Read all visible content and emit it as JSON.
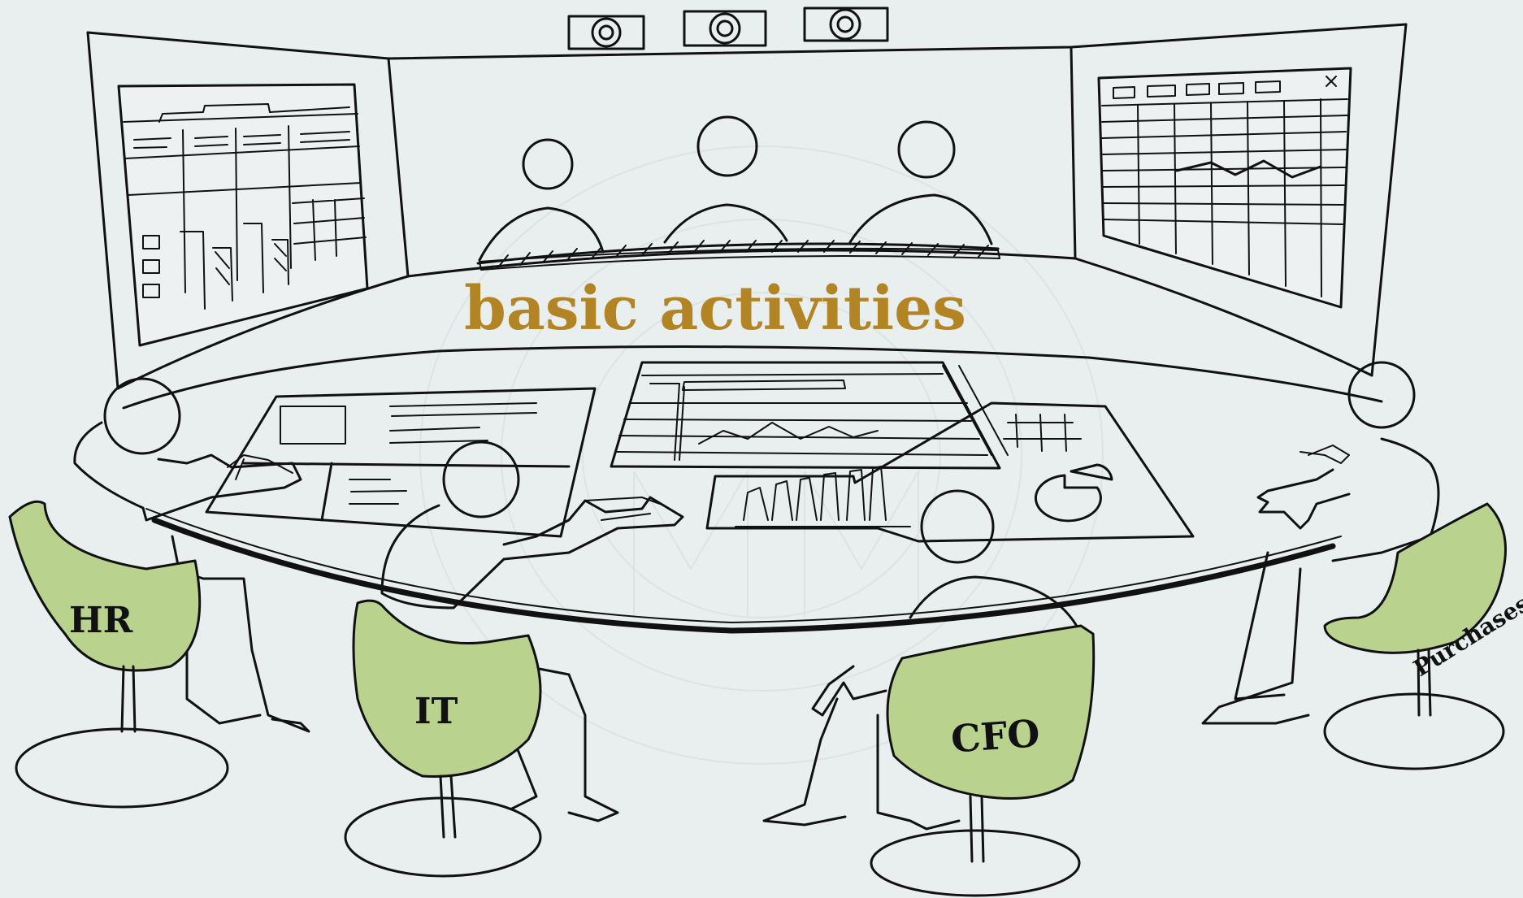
{
  "title": "basic activities",
  "seats": {
    "hr": "HR",
    "it": "IT",
    "cfo": "CFO",
    "purchases": "Purchases"
  },
  "colors": {
    "background": "#e9eeee",
    "chair": "#b9d28e",
    "title": "#b28424",
    "ink": "#111111"
  }
}
